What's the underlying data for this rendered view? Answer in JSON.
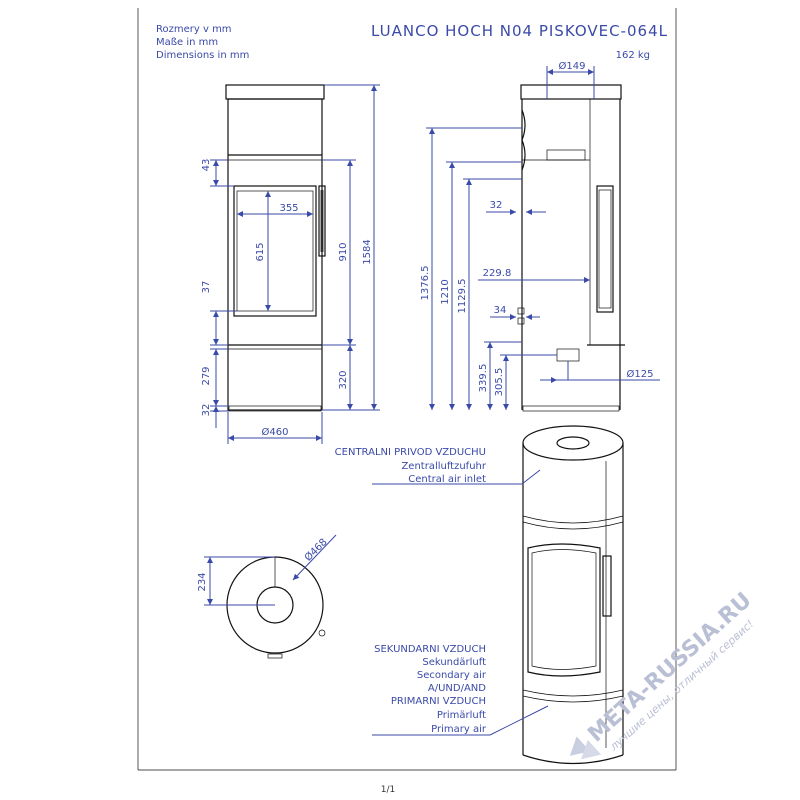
{
  "header": {
    "units_lines": [
      "Rozmery v mm",
      "Maße in mm",
      "Dimensions in mm"
    ],
    "model": "LUANCO HOCH N04 PISKOVEC-064L",
    "weight": "162 kg"
  },
  "front_dims": {
    "d43": "43",
    "d355": "355",
    "d615": "615",
    "d910": "910",
    "d1584": "1584",
    "d37": "37",
    "d279": "279",
    "d320": "320",
    "d32": "32",
    "d460": "Ø460"
  },
  "side_dims": {
    "d149": "Ø149",
    "d1376": "1376.5",
    "d1210": "1210",
    "d1129": "1129.5",
    "d32": "32",
    "d229": "229.8",
    "d34": "34",
    "d339": "339.5",
    "d305": "305.5",
    "d125": "Ø125"
  },
  "top_dims": {
    "d234": "234",
    "d468": "Ø468"
  },
  "labels": {
    "central_air": [
      "CENTRALNI PRIVOD VZDUCHU",
      "Zentralluftzufuhr",
      "Central air inlet"
    ],
    "secondary_air": [
      "SEKUNDARNI VZDUCH",
      "Sekundärluft",
      "Secondary air",
      "A/UND/AND",
      "PRIMARNI VZDUCH",
      "Primärluft",
      "Primary air"
    ]
  },
  "footer": {
    "page": "1/1"
  },
  "watermark": {
    "brand": "META-RUSSIA.RU",
    "slogan": "лучшие цены, отличный сервис!"
  },
  "colors": {
    "dimension": "#3a4aa8",
    "drawing": "#111111",
    "watermark": "#b9bfd4"
  }
}
